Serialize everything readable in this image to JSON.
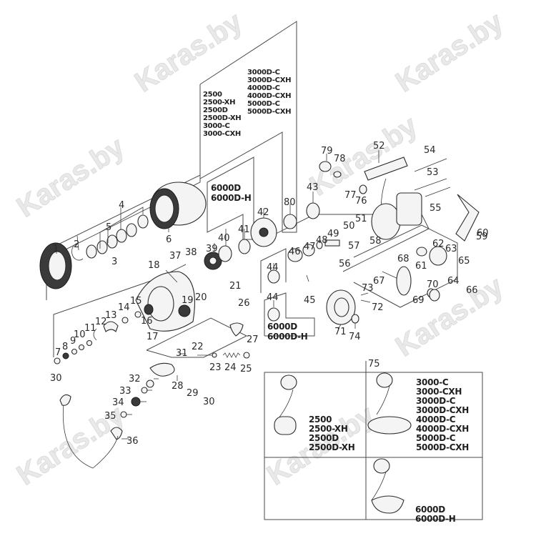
{
  "diagram": {
    "type": "exploded-parts-diagram",
    "subject": "spinning fishing reel",
    "watermark": "Karas.by",
    "part_numbers": [
      "1",
      "2",
      "3",
      "4",
      "5",
      "6",
      "7",
      "8",
      "9",
      "10",
      "11",
      "12",
      "13",
      "14",
      "15",
      "16",
      "17",
      "18",
      "19",
      "20",
      "21",
      "22",
      "23",
      "24",
      "25",
      "26",
      "27",
      "28",
      "29",
      "30",
      "31",
      "32",
      "33",
      "34",
      "35",
      "36",
      "37",
      "38",
      "39",
      "40",
      "41",
      "42",
      "43",
      "44",
      "45",
      "46",
      "47",
      "48",
      "49",
      "50",
      "51",
      "52",
      "53",
      "54",
      "55",
      "56",
      "57",
      "58",
      "59",
      "60",
      "61",
      "62",
      "63",
      "64",
      "65",
      "66",
      "67",
      "68",
      "69",
      "70",
      "71",
      "72",
      "73",
      "74",
      "75",
      "76",
      "77",
      "78",
      "79",
      "80"
    ],
    "model_groups": {
      "spool_small": [
        "2500",
        "2500-XH",
        "2500D",
        "2500D-XH",
        "3000-C",
        "3000-CXH"
      ],
      "spool_large": [
        "3000D-C",
        "3000D-CXH",
        "4000D-C",
        "4000D-CXH",
        "5000D-C",
        "5000D-CXH"
      ],
      "spool_6000": [
        "6000D",
        "6000D-H"
      ],
      "bearing_6000": [
        "6000D",
        "6000D-H"
      ],
      "handle_small": [
        "2500",
        "2500-XH",
        "2500D",
        "2500D-XH"
      ],
      "handle_mid": [
        "3000-C",
        "3000-CXH",
        "3000D-C",
        "3000D-CXH",
        "4000D-C",
        "4000D-CXH",
        "5000D-C",
        "5000D-CXH"
      ],
      "handle_large": [
        "6000D",
        "6000D-H"
      ]
    },
    "handle_part_label": "75"
  }
}
